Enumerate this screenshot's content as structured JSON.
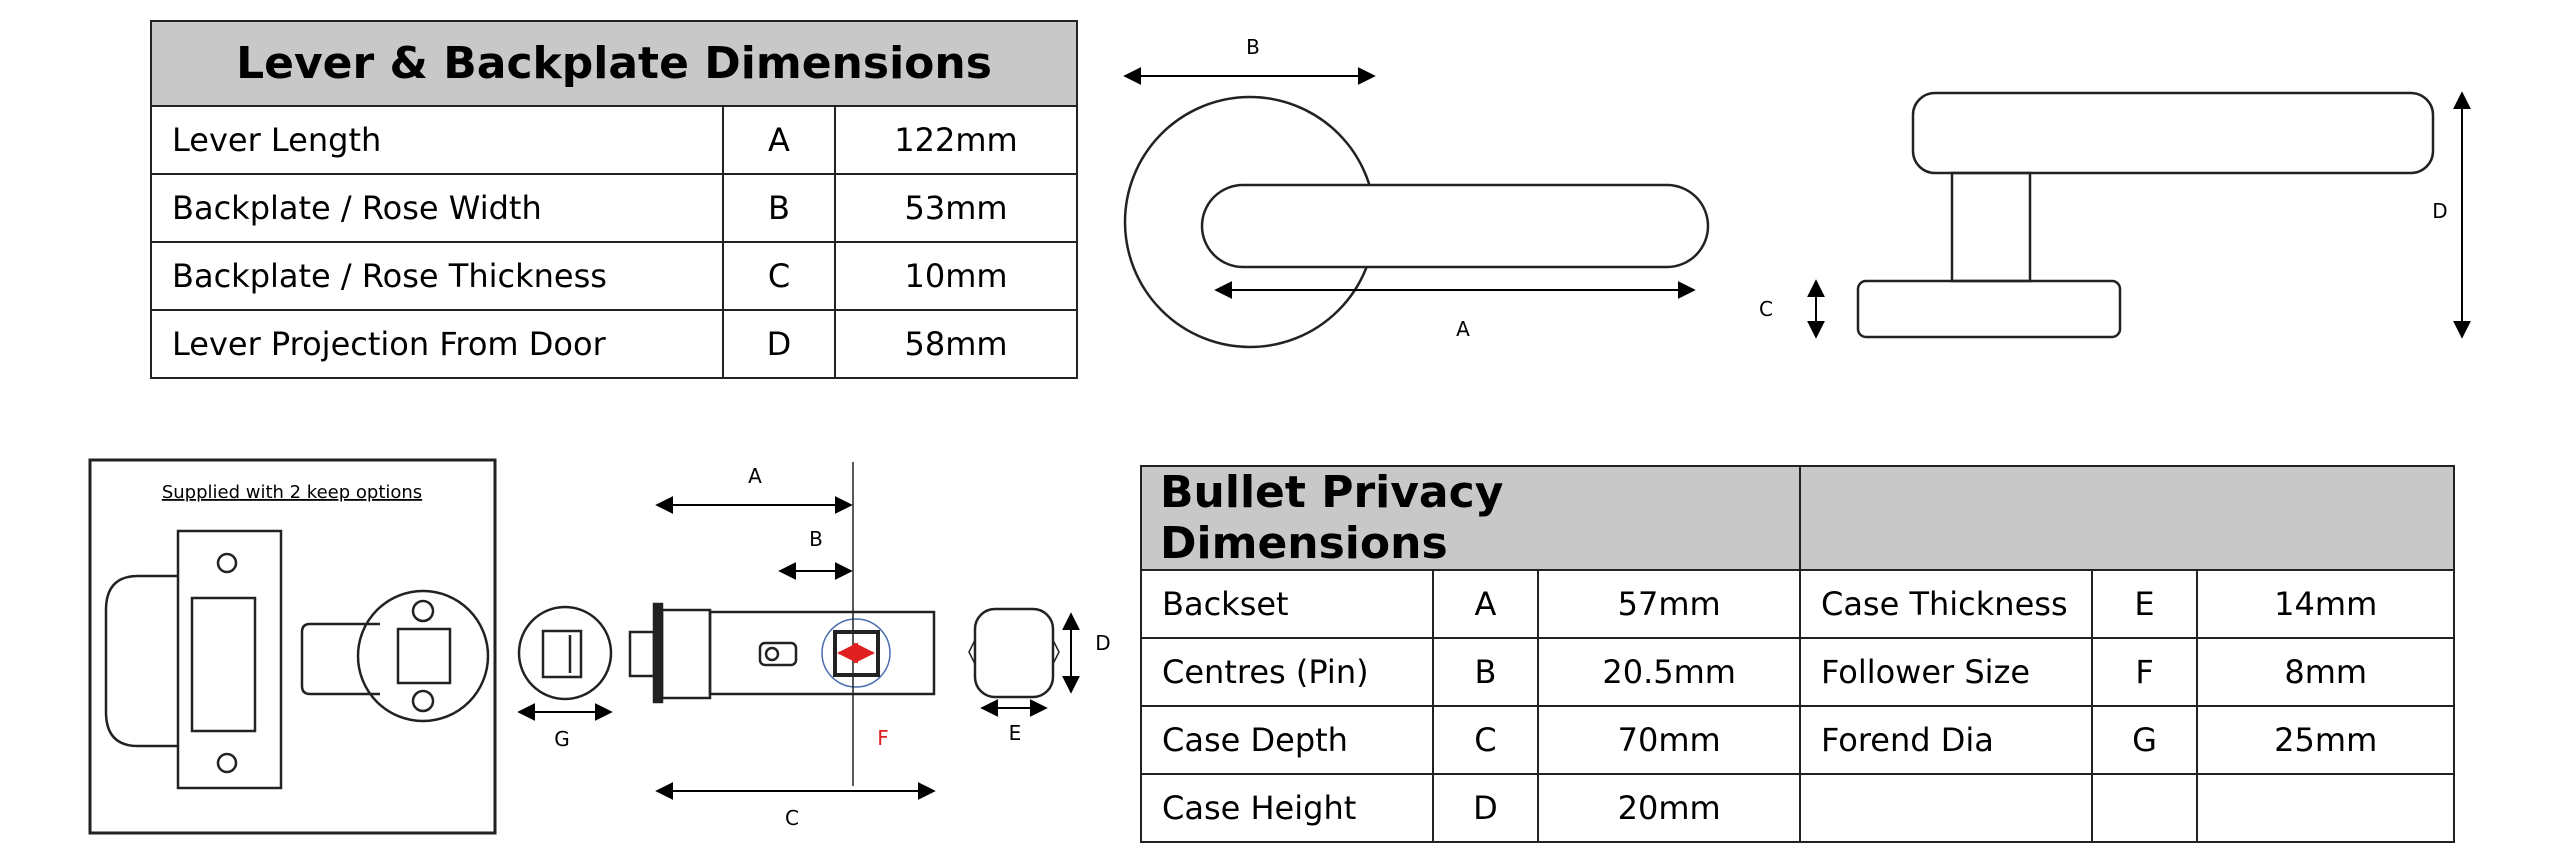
{
  "lever_table": {
    "title": "Lever & Backplate Dimensions",
    "rows": [
      {
        "label": "Lever Length",
        "code": "A",
        "value": "122mm"
      },
      {
        "label": "Backplate / Rose Width",
        "code": "B",
        "value": "53mm"
      },
      {
        "label": "Backplate / Rose Thickness",
        "code": "C",
        "value": "10mm"
      },
      {
        "label": "Lever Projection From Door",
        "code": "D",
        "value": "58mm"
      }
    ]
  },
  "bullet_table": {
    "title": "Bullet Privacy Dimensions",
    "rows": [
      {
        "label": "Backset",
        "code": "A",
        "value": "57mm",
        "label2": "Case Thickness",
        "code2": "E",
        "value2": "14mm"
      },
      {
        "label": "Centres (Pin)",
        "code": "B",
        "value": "20.5mm",
        "label2": "Follower Size",
        "code2": "F",
        "value2": "8mm"
      },
      {
        "label": "Case Depth",
        "code": "C",
        "value": "70mm",
        "label2": "Forend Dia",
        "code2": "G",
        "value2": "25mm"
      },
      {
        "label": "Case Height",
        "code": "D",
        "value": "20mm",
        "label2": "",
        "code2": "",
        "value2": ""
      }
    ]
  },
  "lever_diagram": {
    "label_a": "A",
    "label_b": "B",
    "label_c": "C",
    "label_d": "D"
  },
  "latch_diagram": {
    "keep_caption": "Supplied with 2 keep options",
    "label_a": "A",
    "label_b": "B",
    "label_c": "C",
    "label_d": "D",
    "label_e": "E",
    "label_f": "F",
    "label_g": "G",
    "highlight_color": "#e02020"
  }
}
